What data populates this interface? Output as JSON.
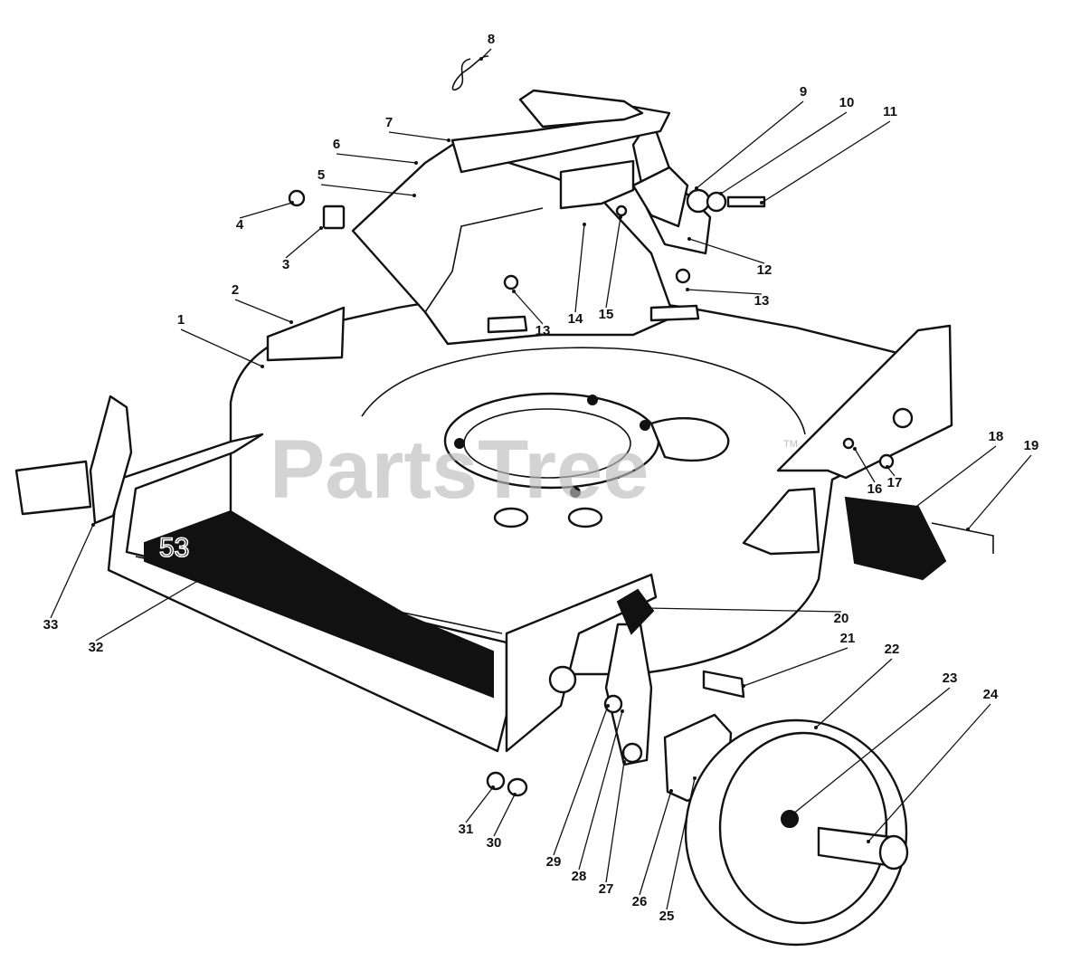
{
  "watermark": {
    "text": "PartsTree",
    "trademark": "TM"
  },
  "deck_marking": "53",
  "callouts": [
    {
      "label": "1"
    },
    {
      "label": "2"
    },
    {
      "label": "3"
    },
    {
      "label": "4"
    },
    {
      "label": "5"
    },
    {
      "label": "6"
    },
    {
      "label": "7"
    },
    {
      "label": "8"
    },
    {
      "label": "9"
    },
    {
      "label": "10"
    },
    {
      "label": "11"
    },
    {
      "label": "12"
    },
    {
      "label": "13"
    },
    {
      "label": "13"
    },
    {
      "label": "14"
    },
    {
      "label": "15"
    },
    {
      "label": "16"
    },
    {
      "label": "17"
    },
    {
      "label": "18"
    },
    {
      "label": "19"
    },
    {
      "label": "20"
    },
    {
      "label": "21"
    },
    {
      "label": "22"
    },
    {
      "label": "23"
    },
    {
      "label": "24"
    },
    {
      "label": "25"
    },
    {
      "label": "26"
    },
    {
      "label": "27"
    },
    {
      "label": "28"
    },
    {
      "label": "29"
    },
    {
      "label": "30"
    },
    {
      "label": "31"
    },
    {
      "label": "32"
    },
    {
      "label": "33"
    }
  ]
}
